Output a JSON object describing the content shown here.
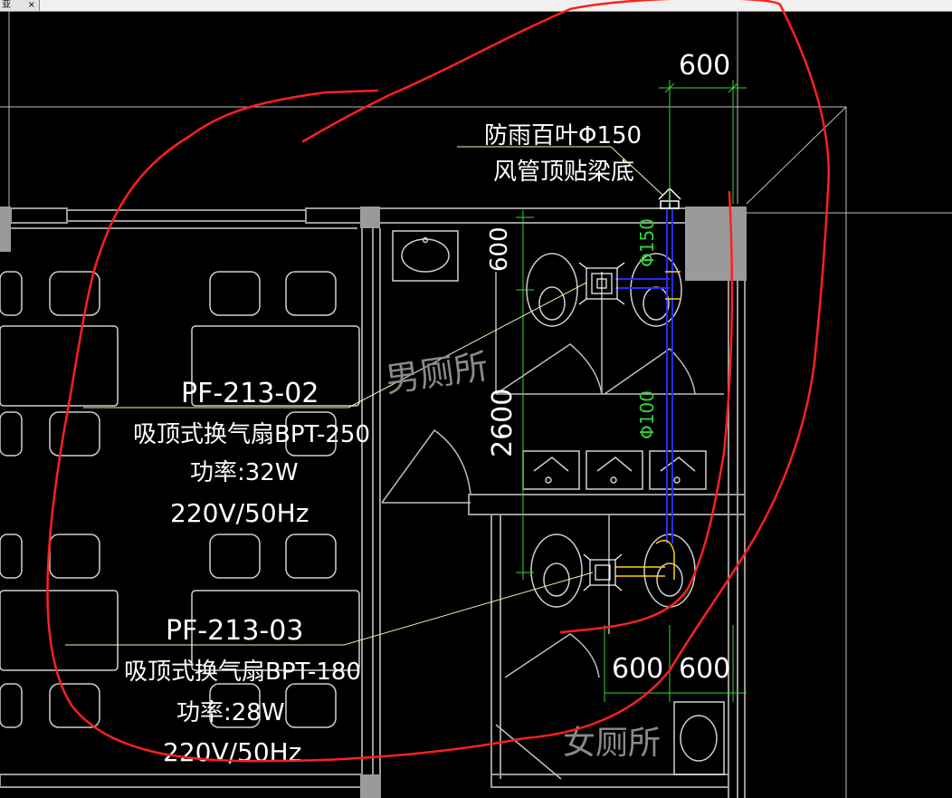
{
  "window": {
    "tab_label": "亚",
    "tab_close": "×"
  },
  "drawing": {
    "rooms": {
      "male": "男厕所",
      "female": "女厕所"
    },
    "callout_top": {
      "line1": "防雨百叶Φ150",
      "line2": "风管顶贴梁底"
    },
    "fan_1": {
      "tag": "PF-213-02",
      "model": "吸顶式换气扇BPT-250",
      "power": "功率:32W",
      "supply": "220V/50Hz"
    },
    "fan_2": {
      "tag": "PF-213-03",
      "model": "吸顶式换气扇BPT-180",
      "power": "功率:28W",
      "supply": "220V/50Hz"
    },
    "dims": {
      "top": "600",
      "vert_600": "600",
      "vert_2600": "2600",
      "bottom_left": "600",
      "bottom_right": "600",
      "duct_150": "Φ150",
      "duct_100": "Φ100"
    },
    "colors": {
      "background": "#000000",
      "wall": "#9a9a9a",
      "annotation": "#ffffff",
      "dimension": "#33d633",
      "duct": "#2a2aff",
      "markup": "#ff2020",
      "fan_yellow": "#ffd400"
    }
  }
}
